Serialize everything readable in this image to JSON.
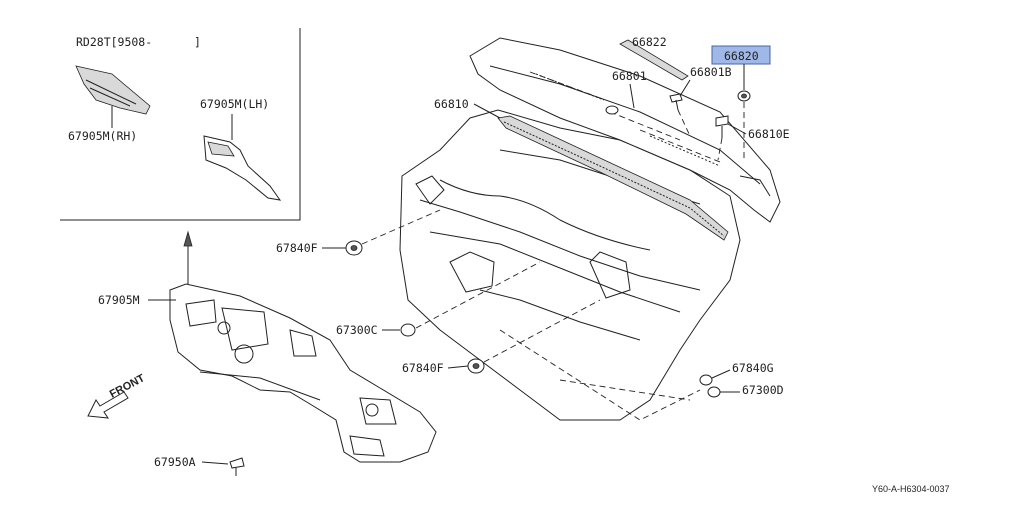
{
  "inset": {
    "model_code": "RD28T[9508-",
    "model_code_end": "]",
    "part_rh": "67905M(RH)",
    "part_lh": "67905M(LH)"
  },
  "labels": {
    "p66822": "66822",
    "p66820": "66820",
    "p66801B": "66801B",
    "p66801": "66801",
    "p66810": "66810",
    "p66810E": "66810E",
    "p67840F_top": "67840F",
    "p67905M": "67905M",
    "p67300C": "67300C",
    "p67840F_bottom": "67840F",
    "p67840G": "67840G",
    "p67300D": "67300D",
    "p67950A": "67950A"
  },
  "front_label": "FRONT",
  "diagram_code": "Y60-A-H6304-0037",
  "highlight_color": "#9fb8e8"
}
